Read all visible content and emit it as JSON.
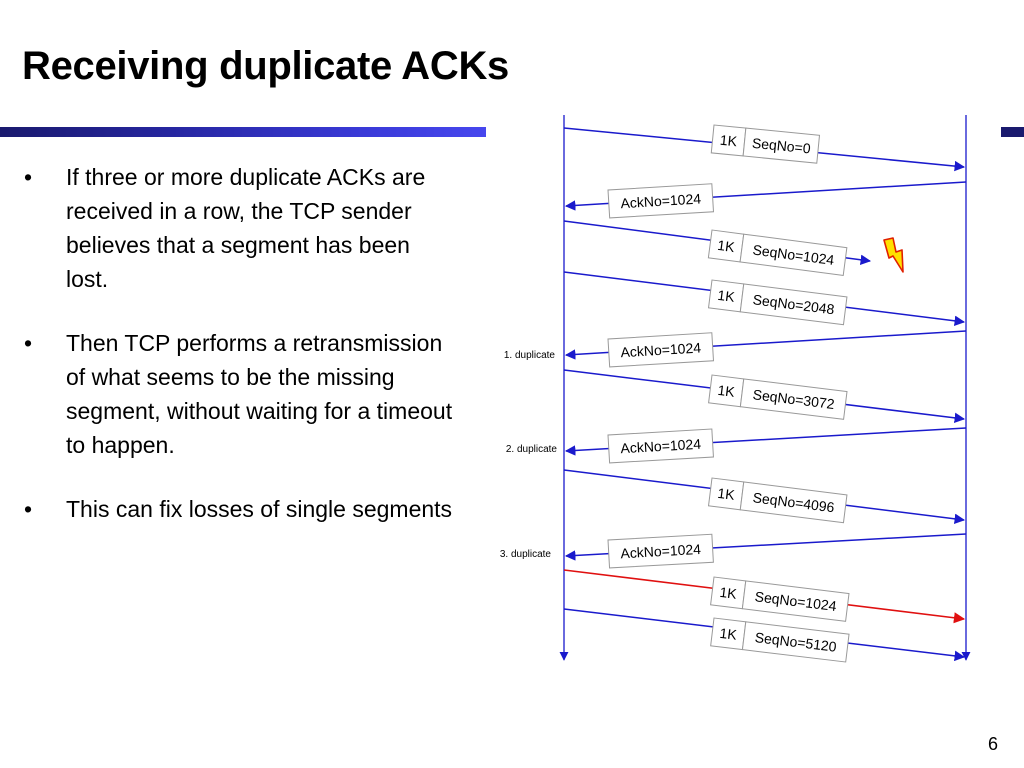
{
  "slide": {
    "title": "Receiving duplicate ACKs",
    "page_number": "6",
    "bullets": [
      "If three or more duplicate ACKs are received in a row, the TCP sender believes that a segment has been lost.",
      "Then TCP performs a retransmission of what seems to be the missing segment, without waiting for a timeout to happen.",
      "This can fix losses of single segments"
    ]
  },
  "diagram": {
    "segments": [
      {
        "size": "1K",
        "label": "SeqNo=0",
        "lost": false,
        "retransmit": false
      },
      {
        "size": "1K",
        "label": "SeqNo=1024",
        "lost": true,
        "retransmit": false
      },
      {
        "size": "1K",
        "label": "SeqNo=2048",
        "lost": false,
        "retransmit": false
      },
      {
        "size": "1K",
        "label": "SeqNo=3072",
        "lost": false,
        "retransmit": false
      },
      {
        "size": "1K",
        "label": "SeqNo=4096",
        "lost": false,
        "retransmit": false
      },
      {
        "size": "1K",
        "label": "SeqNo=1024",
        "lost": false,
        "retransmit": true
      },
      {
        "size": "1K",
        "label": "SeqNo=5120",
        "lost": false,
        "retransmit": false
      }
    ],
    "acks": [
      {
        "label": "AckNo=1024",
        "note": ""
      },
      {
        "label": "AckNo=1024",
        "note": "1.  duplicate"
      },
      {
        "label": "AckNo=1024",
        "note": "2. duplicate"
      },
      {
        "label": "AckNo=1024",
        "note": "3. duplicate"
      }
    ],
    "colors": {
      "line": "#1a1acc",
      "retransmit": "#e01010",
      "box_border": "#999999",
      "lightning_fill": "#ffe000",
      "lightning_stroke": "#e02000"
    },
    "loss_icon": "lightning-bolt-icon"
  }
}
